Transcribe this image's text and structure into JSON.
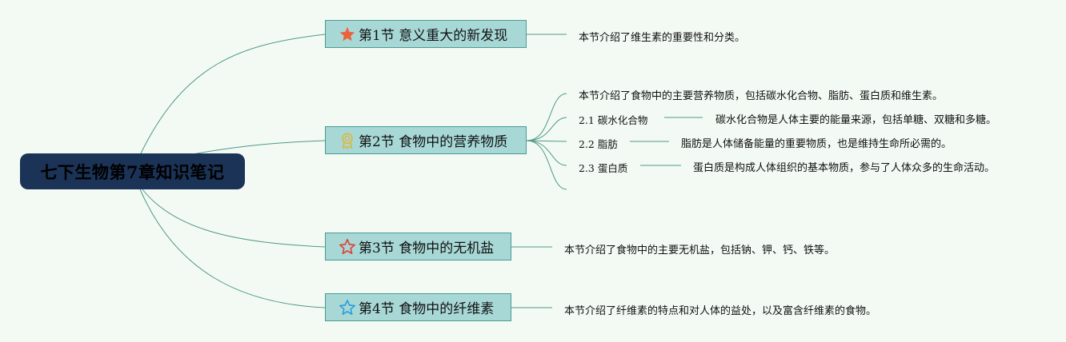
{
  "root": {
    "title": "七下生物第7章知识笔记"
  },
  "sections": [
    {
      "title": "第1节 意义重大的新发现",
      "icon": "star-filled-orange-icon",
      "note": "本节介绍了维生素的重要性和分类。"
    },
    {
      "title": "第2节 食物中的营养物质",
      "icon": "award-medal-icon",
      "note": "本节介绍了食物中的主要营养物质，包括碳水化合物、脂肪、蛋白质和维生素。",
      "subtopics": [
        {
          "label": "2.1 碳水化合物",
          "note": "碳水化合物是人体主要的能量来源，包括单糖、双糖和多糖。"
        },
        {
          "label": "2.2 脂肪",
          "note": "脂肪是人体储备能量的重要物质，也是维持生命所必需的。"
        },
        {
          "label": "2.3 蛋白质",
          "note": "蛋白质是构成人体组织的基本物质，参与了人体众多的生命活动。"
        }
      ]
    },
    {
      "title": "第3节 食物中的无机盐",
      "icon": "star-outline-red-icon",
      "note": "本节介绍了食物中的主要无机盐，包括钠、钾、钙、铁等。"
    },
    {
      "title": "第4节 食物中的纤维素",
      "icon": "star-outline-blue-icon",
      "note": "本节介绍了纤维素的特点和对人体的益处，以及富含纤维素的食物。"
    }
  ],
  "colors": {
    "background": "#f3faf4",
    "root_fill": "#1b3356",
    "topic_fill": "#a7d8d6",
    "topic_border": "#4a9a93",
    "link": "#4e9a86",
    "star_orange": "#e9623a",
    "star_red": "#e0403a",
    "star_blue": "#2f9fd8",
    "medal": "#d9b94a"
  }
}
